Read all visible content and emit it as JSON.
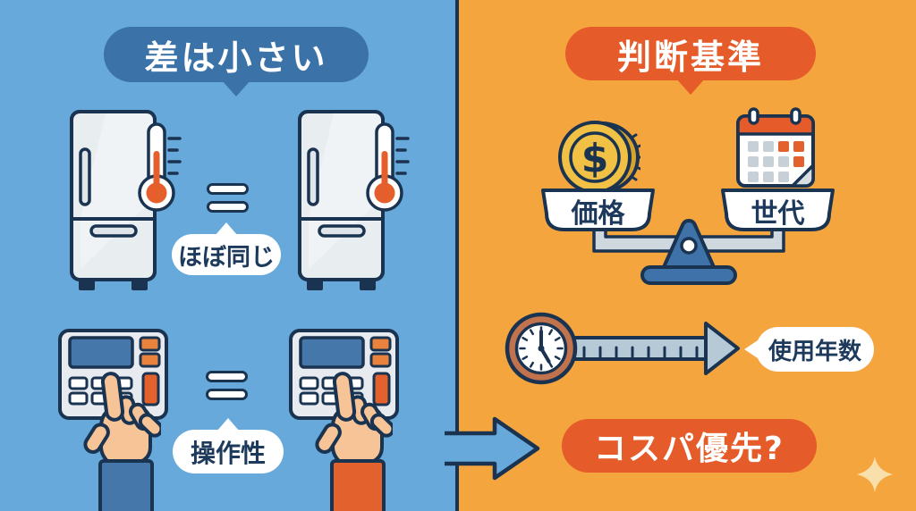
{
  "infographic": {
    "left_section": {
      "title": "差は小さい",
      "fridge_comparison_bubble": "ほぼ同じ",
      "panel_comparison_bubble": "操作性"
    },
    "right_section": {
      "title": "判断基準",
      "scale_left_label": "価格",
      "scale_right_label": "世代",
      "coin_symbol": "$",
      "timeline_bubble": "使用年数",
      "conclusion": "コスパ優先?"
    },
    "colors": {
      "left_background": "#66a9da",
      "left_title_pill": "#3b73a9",
      "right_background": "#f5a53e",
      "accent_orange": "#e55b29",
      "button_orange": "#e8823c",
      "outline_navy": "#1a3350",
      "appliance_gray": "#e8edf0",
      "screen_blue": "#4577ab",
      "fulcrum_blue": "#3f72a8",
      "skin_tone": "#f6c496",
      "coin_gold": "#f0c144",
      "coin_edge_gold": "#d9a22e",
      "ruler_blue": "#b5c9d7",
      "beam_gray": "#cfd8de",
      "clock_rim": "#c1734e",
      "sparkle_cream": "#f9e0ab",
      "text_navy": "#1d3a5c"
    },
    "icons": {
      "left": [
        "refrigerator-icon",
        "thermometer-icon",
        "equals-icon",
        "control-panel-icon",
        "pointing-hand-icon"
      ],
      "right": [
        "dollar-coin-icon",
        "calendar-icon",
        "balance-scale-icon",
        "clock-icon",
        "ruler-arrow-icon",
        "big-arrow-icon",
        "sparkle-icon"
      ]
    }
  }
}
